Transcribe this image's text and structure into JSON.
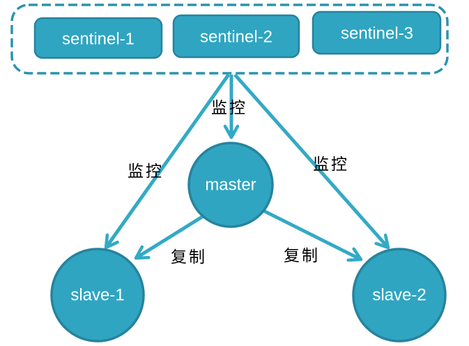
{
  "diagram": {
    "type": "redis-sentinel-topology",
    "sentinel_group": {
      "items": [
        {
          "id": "sentinel-1",
          "label": "sentinel-1"
        },
        {
          "id": "sentinel-2",
          "label": "sentinel-2"
        },
        {
          "id": "sentinel-3",
          "label": "sentinel-3"
        }
      ]
    },
    "nodes": [
      {
        "id": "master",
        "label": "master"
      },
      {
        "id": "slave-1",
        "label": "slave-1"
      },
      {
        "id": "slave-2",
        "label": "slave-2"
      }
    ],
    "edge_labels": {
      "monitor_master": "监控",
      "monitor_slave1": "监控",
      "monitor_slave2": "监控",
      "replicate_slave1": "复制",
      "replicate_slave2": "复制"
    },
    "colors": {
      "node_fill": "#2FA5C1",
      "node_stroke": "#27839E",
      "arrow": "#33A9C6",
      "dashed_border": "#2B93AF",
      "edge_label_text": "#000000",
      "node_text": "#FFFFFF",
      "background": "#FFFFFF"
    }
  }
}
